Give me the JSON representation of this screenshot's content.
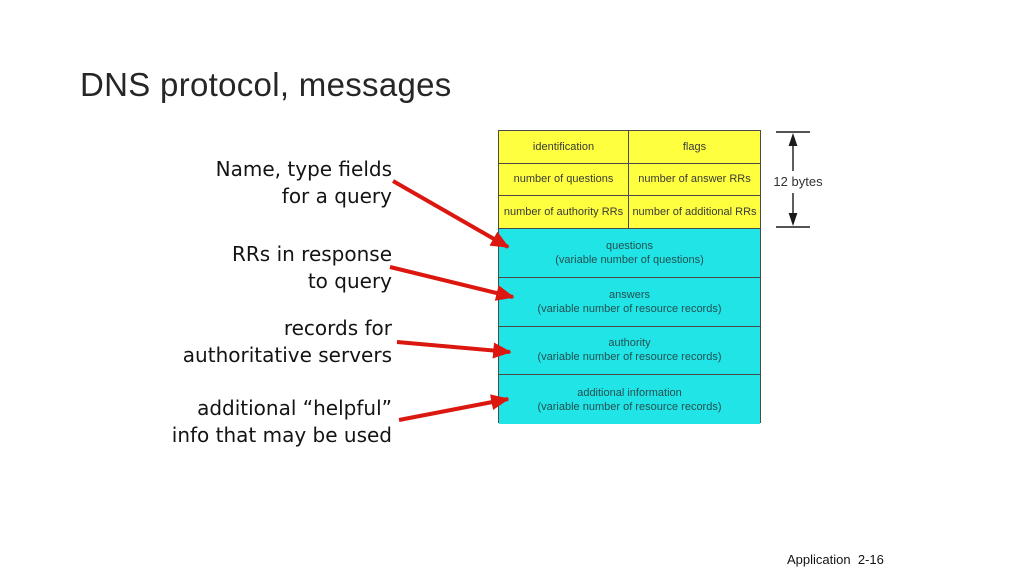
{
  "slide": {
    "title": "DNS protocol, messages",
    "footer": "Application  2-16"
  },
  "colors": {
    "header_fill": "#feff3e",
    "body_fill": "#21e4e7",
    "arrow_red": "#dc1710",
    "table_border": "#4a4a4a"
  },
  "message_table": {
    "header_rows": [
      {
        "cells": [
          "identification",
          "flags"
        ]
      },
      {
        "cells": [
          "number of questions",
          "number of answer RRs"
        ]
      },
      {
        "cells": [
          "number of authority RRs",
          "number of additional RRs"
        ]
      }
    ],
    "body_rows": [
      {
        "title": "questions",
        "subtitle": "(variable number of questions)"
      },
      {
        "title": "answers",
        "subtitle": "(variable number of resource records)"
      },
      {
        "title": "authority",
        "subtitle": "(variable number of resource  records)"
      },
      {
        "title": "additional information",
        "subtitle": "(variable number of resource records)"
      }
    ]
  },
  "measure": {
    "label": "12 bytes"
  },
  "annotations": [
    {
      "text": "Name, type fields\nfor a query"
    },
    {
      "text": "RRs in response\nto query"
    },
    {
      "text": "records for\nauthoritative servers"
    },
    {
      "text": "additional “helpful”\ninfo that may be used"
    }
  ]
}
